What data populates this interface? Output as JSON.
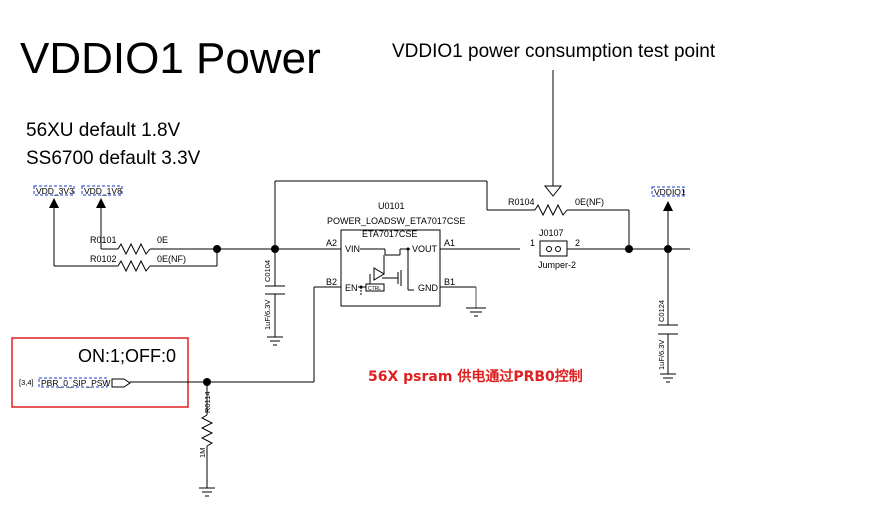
{
  "title": "VDDIO1 Power",
  "notes": {
    "default_56xu": "56XU default 1.8V",
    "default_ss6700": "SS6700 default 3.3V",
    "test_point": "VDDIO1 power consumption test point",
    "enable_state": "ON:1;OFF:0",
    "psram_control": "56X psram 供电通过PRB0控制"
  },
  "colors": {
    "net_label": "#1a3bd6",
    "highlight_box": "#e02020",
    "annotation": "#e02020"
  },
  "nets": {
    "vdd_3v3": "VDD_3V3",
    "vdd_1v8": "VDD_1V8",
    "vddio1": "VDDIO1",
    "enable_net": "PBR_0_SIP_PSW",
    "enable_sheet_ref": "[3,4]"
  },
  "components": {
    "r0101": {
      "ref": "R0101",
      "value": "0E"
    },
    "r0102": {
      "ref": "R0102",
      "value": "0E(NF)"
    },
    "r0104": {
      "ref": "R0104",
      "value": "0E(NF)"
    },
    "r0114": {
      "ref": "R0114",
      "value": "1M"
    },
    "c0104": {
      "ref": "C0104",
      "value": "1uF/6.3V"
    },
    "c0124": {
      "ref": "C0124",
      "value": "1uF/6.3V"
    },
    "j0107": {
      "ref": "J0107",
      "value": "Jumper-2",
      "pin1": "1",
      "pin2": "2"
    },
    "u0101": {
      "ref": "U0101",
      "part": "POWER_LOADSW_ETA7017CSE",
      "chip": "ETA7017CSE",
      "pins": {
        "vin": "VIN",
        "vout": "VOUT",
        "en": "EN",
        "gnd": "GND",
        "ctrl": "CTRL"
      },
      "pin_numbers": {
        "a2": "A2",
        "a1": "A1",
        "b2": "B2",
        "b1": "B1"
      }
    }
  }
}
